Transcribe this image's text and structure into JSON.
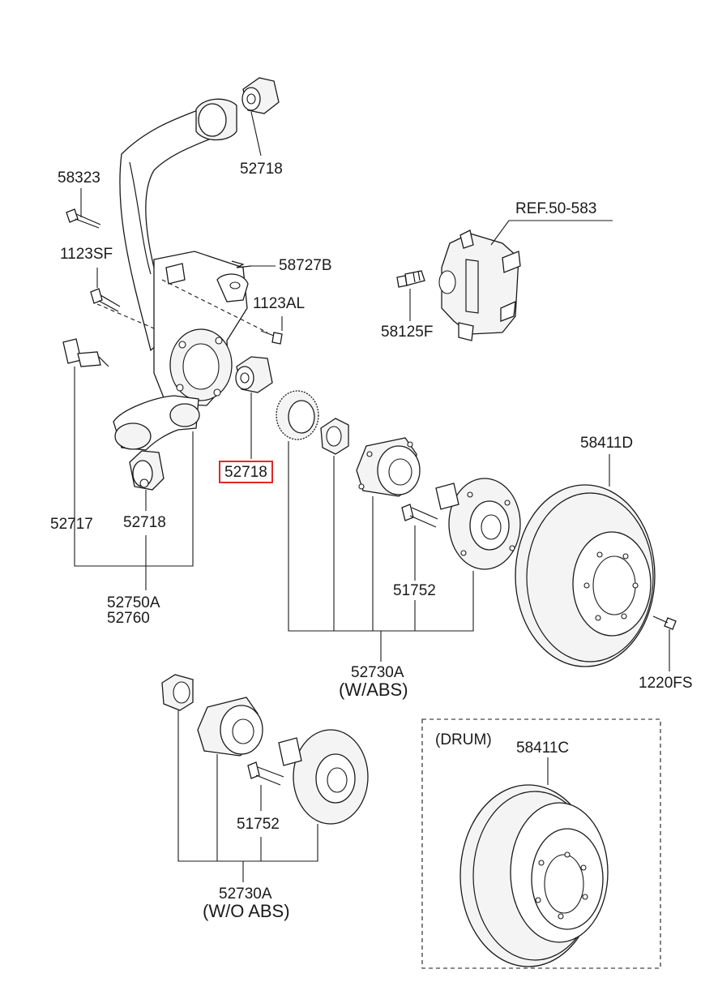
{
  "labels": {
    "bush_top": "52718",
    "bolt_58323": "58323",
    "bolt_1123sf": "1123SF",
    "clip_58727b": "58727B",
    "bolt_1123al": "1123AL",
    "stud_52717": "52717",
    "bush_lower": "52718",
    "bush_highlighted": "52718",
    "knuckle_line1": "52750A",
    "knuckle_line2": "52760",
    "caliper_ref": "REF.50-583",
    "caliper_bolt": "58125F",
    "disc": "58411D",
    "hub_bolt_abs": "51752",
    "hub_assy_abs": "52730A",
    "hub_assy_abs_note": "(W/ABS)",
    "disc_screw": "1220FS",
    "drum_note": "(DRUM)",
    "drum": "58411C",
    "hub_bolt_noabs": "51752",
    "hub_assy_noabs": "52730A",
    "hub_assy_noabs_note": "(W/O ABS)"
  },
  "highlight_color": "#e0282a"
}
